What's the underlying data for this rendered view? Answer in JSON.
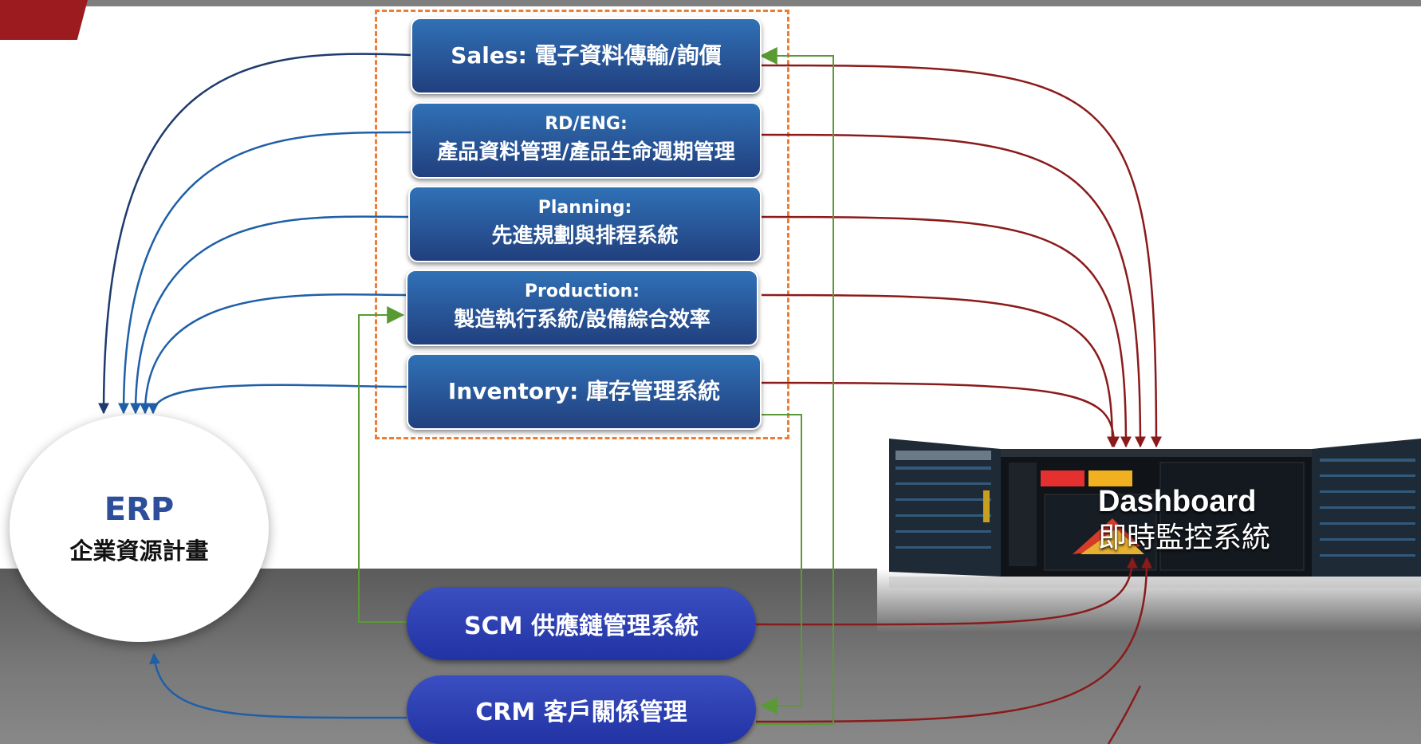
{
  "modules": {
    "sales": {
      "line1": "Sales: 電子資料傳輸/詢價"
    },
    "rd": {
      "line1": "RD/ENG:",
      "line2": "產品資料管理/產品生命週期管理"
    },
    "planning": {
      "line1": "Planning:",
      "line2": "先進規劃與排程系統"
    },
    "production": {
      "line1": "Production:",
      "line2": "製造執行系統/設備綜合效率"
    },
    "inventory": {
      "line1": "Inventory: 庫存管理系統"
    }
  },
  "erp": {
    "title": "ERP",
    "subtitle": "企業資源計畫"
  },
  "scm": {
    "label": "SCM 供應鏈管理系統"
  },
  "crm": {
    "label": "CRM 客戶關係管理"
  },
  "dashboard": {
    "title": "Dashboard",
    "subtitle": "即時監控系統"
  },
  "colors": {
    "module_blue": "#2b5ea8",
    "erp_blue": "#2d4e9a",
    "pill_blue": "#2c3fb3",
    "dark_red": "#8b1a1a",
    "green": "#5a9a35",
    "dashed_orange": "#ee7d31",
    "navy": "#1f3a6d"
  }
}
